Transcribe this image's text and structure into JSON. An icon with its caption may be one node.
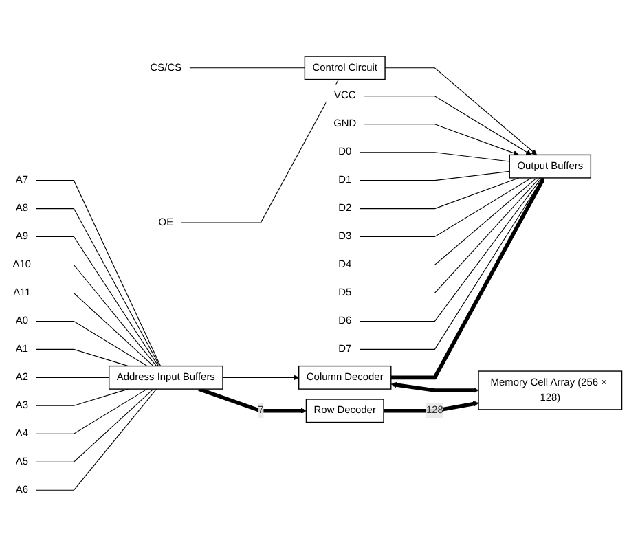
{
  "diagram": {
    "nodes": [
      {
        "text": [
          "VCC"
        ]
      },
      {
        "text": [
          "GND"
        ]
      },
      {
        "text": [
          "D0"
        ]
      },
      {
        "text": [
          "D1"
        ]
      },
      {
        "text": [
          "D2"
        ]
      },
      {
        "text": [
          "D3"
        ]
      },
      {
        "text": [
          "D4"
        ]
      },
      {
        "text": [
          "D5"
        ]
      },
      {
        "text": [
          "D6"
        ]
      },
      {
        "text": [
          "D7"
        ]
      },
      {
        "text": [
          "CS/CS"
        ]
      },
      {
        "text": [
          "OE"
        ]
      },
      {
        "text": [
          "Control Circuit"
        ]
      },
      {
        "text": [
          "Output Buffers"
        ]
      },
      {
        "text": [
          "Column Decoder"
        ]
      },
      {
        "text": [
          "Address Input Buffers"
        ]
      },
      {
        "text": [
          "Row Decoder"
        ]
      },
      {
        "text": [
          "Memory Cell Array (256 × 128)"
        ]
      },
      {
        "text": [
          "A7"
        ]
      },
      {
        "text": [
          "A8"
        ]
      },
      {
        "text": [
          "A9"
        ]
      },
      {
        "text": [
          "A10"
        ]
      },
      {
        "text": [
          "A11"
        ]
      },
      {
        "text": [
          "A0"
        ]
      },
      {
        "text": [
          "A1"
        ]
      },
      {
        "text": [
          "A2"
        ]
      },
      {
        "text": [
          "A3"
        ]
      },
      {
        "text": [
          "A4"
        ]
      },
      {
        "text": [
          "A5"
        ]
      },
      {
        "text": [
          "A6"
        ]
      }
    ],
    "edges": [
      {
        "from": 10,
        "to": 12,
        "arrow": "none"
      },
      {
        "from": 11,
        "to": 12,
        "arrow": "none"
      },
      {
        "from": 12,
        "to": 13,
        "arrow": "to"
      },
      {
        "from": 0,
        "to": 13,
        "arrow": "to"
      },
      {
        "from": 1,
        "to": 13,
        "arrow": "to"
      },
      {
        "from": 2,
        "to": 13,
        "arrow": "none"
      },
      {
        "from": 3,
        "to": 13,
        "arrow": "none"
      },
      {
        "from": 4,
        "to": 13,
        "arrow": "none"
      },
      {
        "from": 5,
        "to": 13,
        "arrow": "none"
      },
      {
        "from": 6,
        "to": 13,
        "arrow": "none"
      },
      {
        "from": 7,
        "to": 13,
        "arrow": "none"
      },
      {
        "from": 8,
        "to": 13,
        "arrow": "none"
      },
      {
        "from": 9,
        "to": 13,
        "arrow": "none"
      },
      {
        "from": 14,
        "to": 13,
        "arrow": "to",
        "style": "thick"
      },
      {
        "from": 14,
        "to": 17,
        "arrow": "both",
        "style": "thick"
      },
      {
        "from": 18,
        "to": 15,
        "arrow": "none"
      },
      {
        "from": 19,
        "to": 15,
        "arrow": "none"
      },
      {
        "from": 20,
        "to": 15,
        "arrow": "none"
      },
      {
        "from": 21,
        "to": 15,
        "arrow": "none"
      },
      {
        "from": 22,
        "to": 15,
        "arrow": "none"
      },
      {
        "from": 23,
        "to": 15,
        "arrow": "none"
      },
      {
        "from": 24,
        "to": 15,
        "arrow": "none"
      },
      {
        "from": 25,
        "to": 15,
        "arrow": "none"
      },
      {
        "from": 26,
        "to": 15,
        "arrow": "none"
      },
      {
        "from": 27,
        "to": 15,
        "arrow": "none"
      },
      {
        "from": 28,
        "to": 15,
        "arrow": "none"
      },
      {
        "from": 29,
        "to": 15,
        "arrow": "none"
      },
      {
        "from": 15,
        "to": 14,
        "arrow": "to"
      },
      {
        "from": 15,
        "to": 16,
        "label": "7",
        "arrow": "to",
        "style": "thick"
      },
      {
        "from": 16,
        "to": 17,
        "label": "128",
        "arrow": "to",
        "style": "thick"
      }
    ]
  }
}
